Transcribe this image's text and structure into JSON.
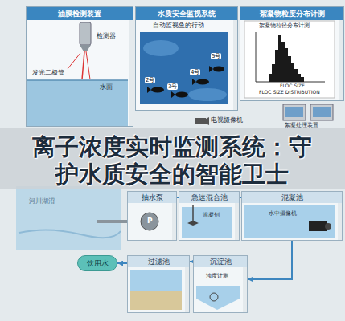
{
  "diagram": {
    "title": "离子浓度实时监测系统：守护水质安全的智能卫士",
    "nodes": [
      {
        "text": [
          "油膜检测装置"
        ]
      },
      {
        "text": [
          "水质安全监视系统"
        ]
      },
      {
        "text": [
          "絮凝物粒度分布计测"
        ]
      },
      {
        "text": [
          "抽水泵"
        ]
      },
      {
        "text": [
          "急速混合池"
        ]
      },
      {
        "text": [
          "混凝池"
        ]
      },
      {
        "text": [
          "饮用水"
        ]
      },
      {
        "text": [
          "过滤池"
        ]
      },
      {
        "text": [
          "沉淀池"
        ]
      }
    ],
    "edges": [
      {
        "from": 3,
        "to": 4,
        "arrow": "to"
      },
      {
        "from": 4,
        "to": 5,
        "arrow": "to"
      },
      {
        "from": 5,
        "to": 8,
        "arrow": "to"
      },
      {
        "from": 8,
        "to": 7,
        "arrow": "to"
      },
      {
        "from": 7,
        "to": 6,
        "arrow": "to"
      }
    ],
    "labels": [
      "检测器",
      "发光二极管",
      "水面",
      "河川湖沼",
      "自动监视鱼的行动",
      "2号",
      "3号",
      "4号",
      "5号",
      "絮凝物粒径分布计测",
      "FLOC SIZE",
      "FLOC SIZE DISTRIBUTION",
      "电视摄像机",
      "絮凝处理装置",
      "P",
      "混凝剂",
      "水中摄像机",
      "浊度计测"
    ]
  }
}
